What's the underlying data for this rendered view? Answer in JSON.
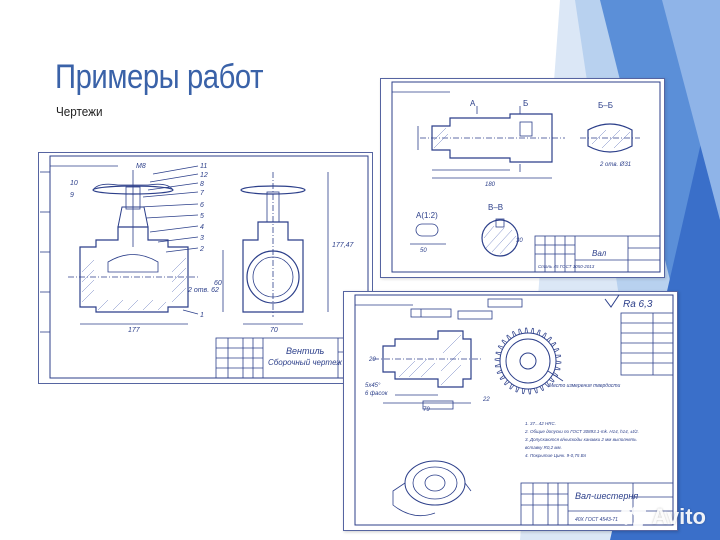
{
  "slide": {
    "title": "Примеры работ",
    "subtitle": "Чертежи"
  },
  "colors": {
    "title": "#3a62a8",
    "line": "#2c3f8a",
    "hatch": "#6d7fc2",
    "accent_dark": "#3a60b8",
    "accent_light": "#7ea7e0"
  },
  "valve": {
    "stamp_title": "Вентиль",
    "stamp_sub": "Сборочный чертеж",
    "callouts": [
      "11",
      "12",
      "8",
      "7",
      "6",
      "5",
      "4",
      "3",
      "2",
      "1",
      "10",
      "9"
    ],
    "dims": [
      "177",
      "70",
      "177,47",
      "60",
      "M8",
      "2 отв. 62"
    ]
  },
  "shaft": {
    "stamp_title": "Вал",
    "stamp_material": "Сталь 45 ГОСТ 1050-2013",
    "sections": [
      "А",
      "Б",
      "Б–Б",
      "А(1:2)",
      "В–В"
    ],
    "dims": [
      "180",
      "50",
      "30",
      "2 отв. Ø31"
    ]
  },
  "gear": {
    "stamp_title": "Вал-шестерня",
    "stamp_material": "40Х ГОСТ 4543-71",
    "roughness": "Ra 6,3",
    "notes": [
      "1. 37...42 HRC.",
      "2. Общие допуски по ГОСТ 30893.1-mk. H14, h14, ±t/2.",
      "3. Допускаются в/ныскоды канавки 2 мм выполнять",
      "   вставку R0,2 мм.",
      "4. Покрытие Цинк. 9-0,75 Вл"
    ],
    "tooltip": "Место измерения твердости",
    "dims": [
      "79",
      "22",
      "20",
      "5х45°",
      "6 фасок"
    ]
  },
  "watermark": {
    "brand": "Avito"
  }
}
